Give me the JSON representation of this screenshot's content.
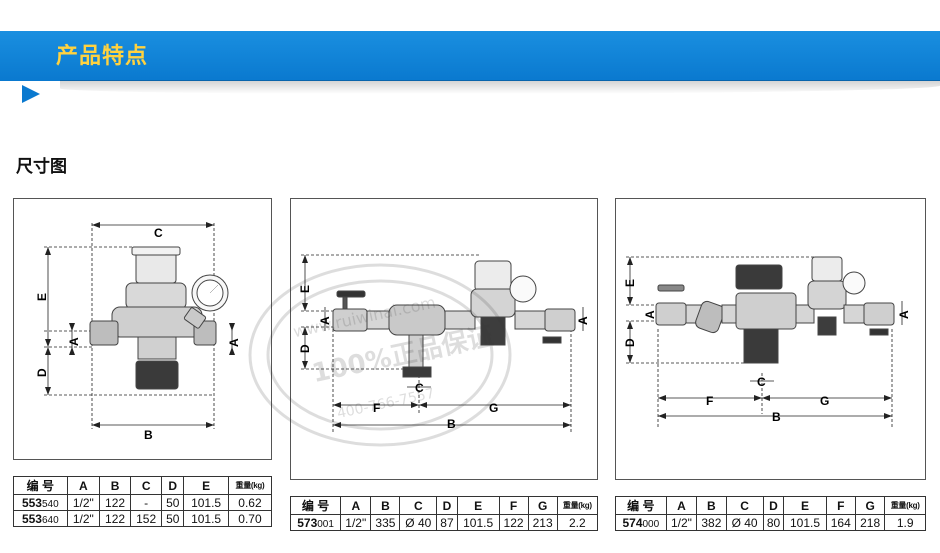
{
  "banner": {
    "title": "产品特点"
  },
  "section": {
    "title": "尺寸图"
  },
  "figures": {
    "fig1": {
      "labels": {
        "A1": "A",
        "A2": "A",
        "B": "B",
        "C": "C",
        "D": "D",
        "E": "E"
      }
    },
    "fig2": {
      "labels": {
        "A1": "A",
        "A2": "A",
        "B": "B",
        "C": "C",
        "D": "D",
        "E": "E",
        "F": "F",
        "G": "G"
      }
    },
    "fig3": {
      "labels": {
        "A1": "A",
        "A2": "A",
        "B": "B",
        "C": "C",
        "D": "D",
        "E": "E",
        "F": "F",
        "G": "G"
      }
    }
  },
  "table1": {
    "headers": [
      "编  号",
      "A",
      "B",
      "C",
      "D",
      "E",
      "重量(kg)"
    ],
    "rows": [
      {
        "code_main": "553",
        "code_suffix": "540",
        "cells": [
          "1/2\"",
          "122",
          "-",
          "50",
          "101.5",
          "0.62"
        ]
      },
      {
        "code_main": "553",
        "code_suffix": "640",
        "cells": [
          "1/2\"",
          "122",
          "152",
          "50",
          "101.5",
          "0.70"
        ]
      }
    ]
  },
  "table2": {
    "headers": [
      "编  号",
      "A",
      "B",
      "C",
      "D",
      "E",
      "F",
      "G",
      "重量(kg)"
    ],
    "rows": [
      {
        "code_main": "573",
        "code_suffix": "001",
        "cells": [
          "1/2\"",
          "335",
          "Ø 40",
          "87",
          "101.5",
          "122",
          "213",
          "2.2"
        ]
      }
    ]
  },
  "table3": {
    "headers": [
      "编  号",
      "A",
      "B",
      "C",
      "D",
      "E",
      "F",
      "G",
      "重量(kg)"
    ],
    "rows": [
      {
        "code_main": "574",
        "code_suffix": "000",
        "cells": [
          "1/2\"",
          "382",
          "Ø 40",
          "80",
          "101.5",
          "164",
          "218",
          "1.9"
        ]
      }
    ]
  },
  "watermark": {
    "line1": "100%正品保证",
    "line2": "www.ruiwinai.com",
    "line3": "400-766-7557"
  }
}
